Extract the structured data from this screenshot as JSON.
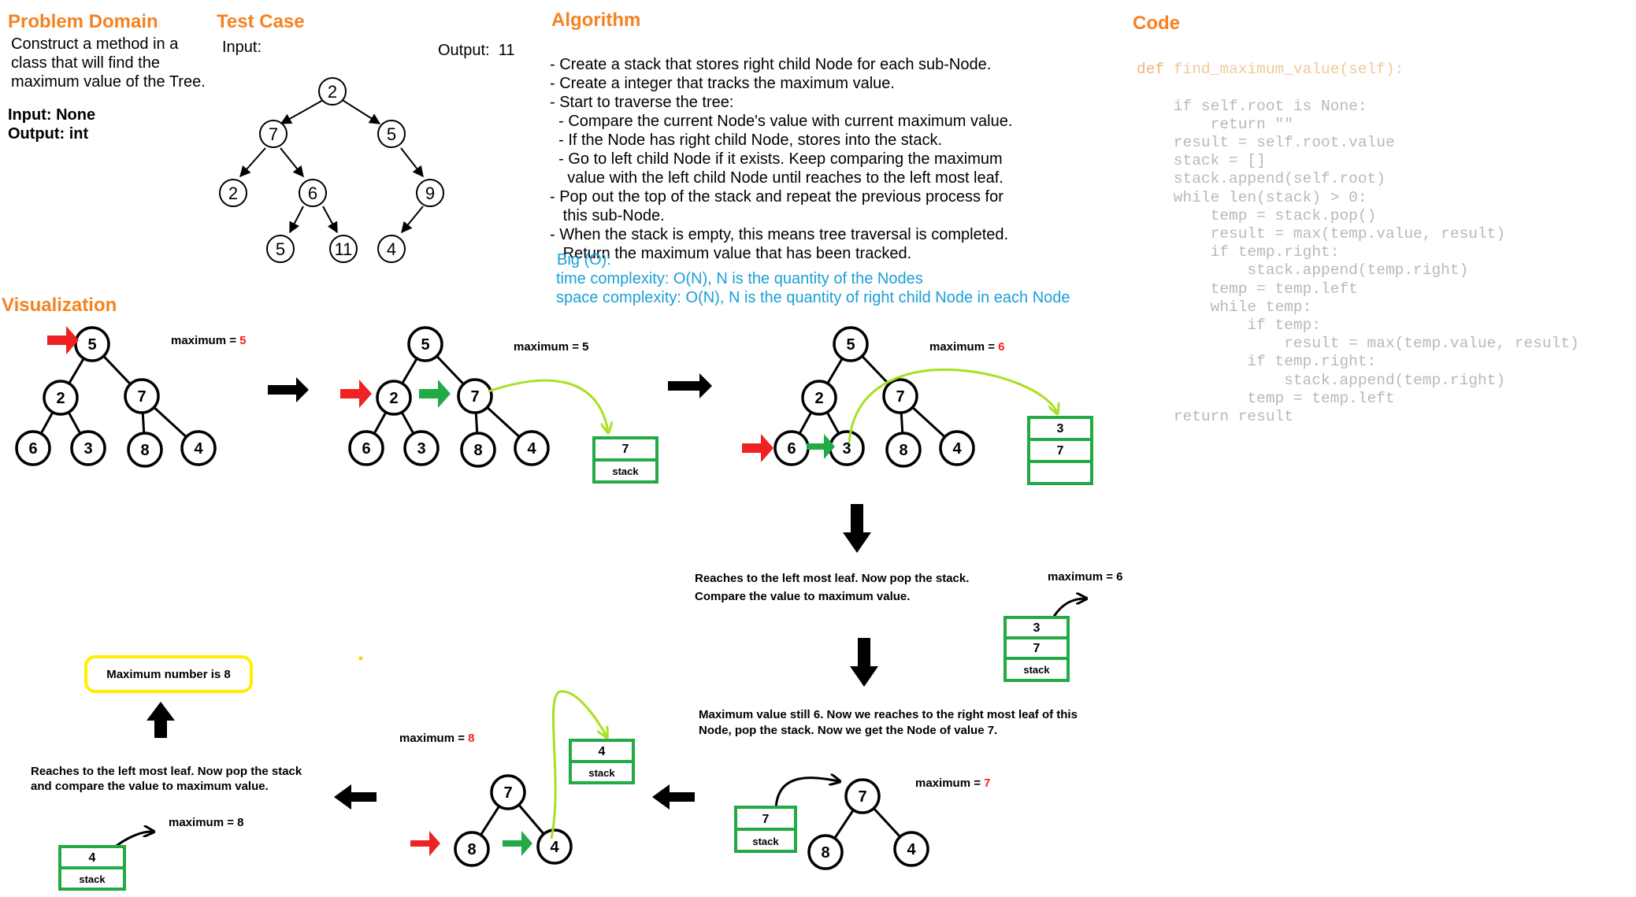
{
  "problem_domain": {
    "heading": "Problem Domain",
    "description": [
      "Construct a method in a",
      "class that will find the",
      "maximum value of the Tree."
    ],
    "input": "Input: None",
    "output": "Output: int"
  },
  "test_case": {
    "heading": "Test Case",
    "input_label": "Input:",
    "output_label": "Output:",
    "output_value": "11",
    "tree_nodes": [
      "2",
      "7",
      "5",
      "2",
      "6",
      "9",
      "5",
      "11",
      "4"
    ]
  },
  "algorithm": {
    "heading": "Algorithm",
    "lines": [
      "- Create a stack that stores right child Node for each sub-Node.",
      "- Create a integer that tracks the maximum value.",
      "- Start to traverse the tree:",
      "  - Compare the current Node's value with current maximum value.",
      "  - If the Node has right child Node, stores into the stack.",
      "  - Go to left child Node if it exists. Keep comparing the maximum",
      "    value with the left child Node until reaches to the left most leaf.",
      "- Pop out the top of the stack and repeat the previous process for",
      "   this sub-Node.",
      "- When the stack is empty, this means tree traversal is completed.",
      "   Return the maximum value that has been tracked."
    ],
    "big_o_heading": "Big (O):",
    "time": "time complexity: O(N), N is the quantity of the Nodes",
    "space": "space complexity: O(N), N is the quantity of right child Node in each Node"
  },
  "code": {
    "heading": "Code",
    "lines": [
      "def find_maximum_value(self):",
      "    if self.root is None:",
      "        return \"\"",
      "",
      "    result = self.root.value",
      "    stack = []",
      "    stack.append(self.root)",
      "",
      "    while len(stack) > 0:",
      "        temp = stack.pop()",
      "        result = max(temp.value, result)",
      "",
      "        if temp.right:",
      "            stack.append(temp.right)",
      "",
      "        temp = temp.left",
      "        while temp:",
      "            if temp:",
      "                result = max(temp.value, result)",
      "            if temp.right:",
      "                stack.append(temp.right)",
      "            temp = temp.left",
      "",
      "    return result"
    ]
  },
  "visualization": {
    "heading": "Visualization",
    "maximum_label": "maximum = ",
    "step1_max": "5",
    "step2_max": "5",
    "step3_max": "6",
    "step4_max": "6",
    "step5_max": "7",
    "step6_max": "8",
    "step7_max": "8",
    "stack_label": "stack",
    "note1": [
      "Reaches to the left most leaf. Now pop the stack.",
      "Compare the value to maximum value."
    ],
    "note2": [
      "Maximum value still 6. Now we reaches to the right most leaf of this",
      "Node, pop the stack.  Now we get the  Node of value 7."
    ],
    "note3": [
      "Reaches to the left most leaf. Now pop the stack",
      "and compare the value to maximum value."
    ],
    "result": "Maximum number is 8"
  }
}
